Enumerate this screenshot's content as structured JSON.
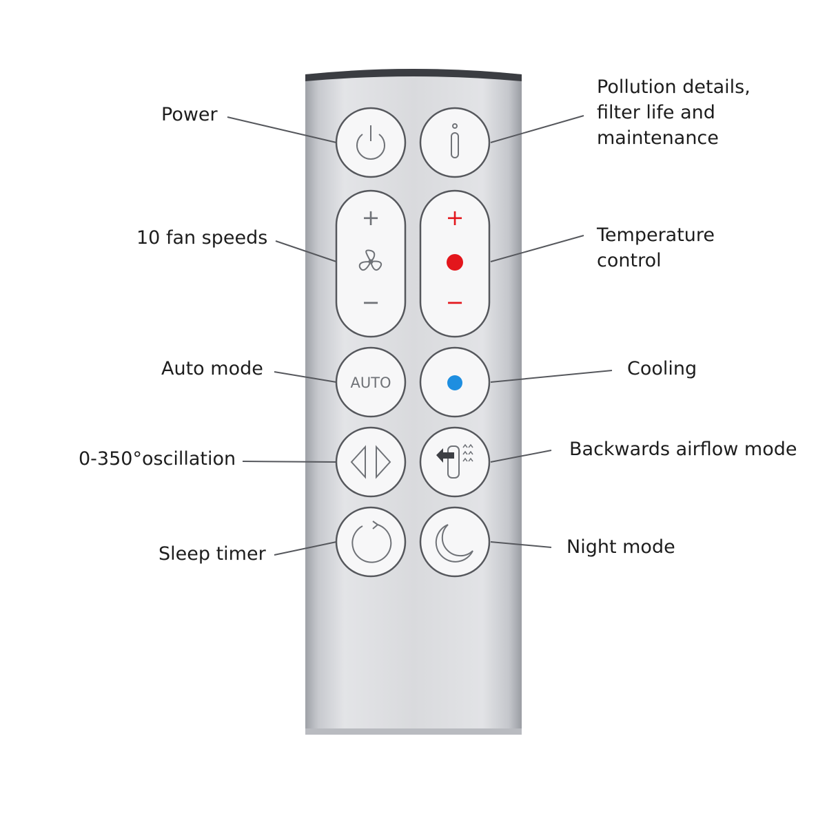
{
  "callouts": {
    "power": "Power",
    "fan_speeds": "10 fan speeds",
    "auto_mode": "Auto mode",
    "oscillation": "0-350°oscillation",
    "sleep_timer": "Sleep timer",
    "info_line1": "Pollution details,",
    "info_line2": "filter life and",
    "info_line3": "maintenance",
    "temp_line1": "Temperature",
    "temp_line2": "control",
    "cooling": "Cooling",
    "backwards": "Backwards airflow mode",
    "night": "Night mode"
  },
  "buttons": {
    "plus_symbol": "+",
    "minus_symbol": "−",
    "auto_text": "AUTO"
  },
  "colors": {
    "body_silver": "#c8cacf",
    "button_face": "#f7f7f8",
    "button_outline": "#55575c",
    "heat_red": "#e3161c",
    "cool_blue": "#1e8ee0",
    "icon_gray": "#6f7277"
  }
}
